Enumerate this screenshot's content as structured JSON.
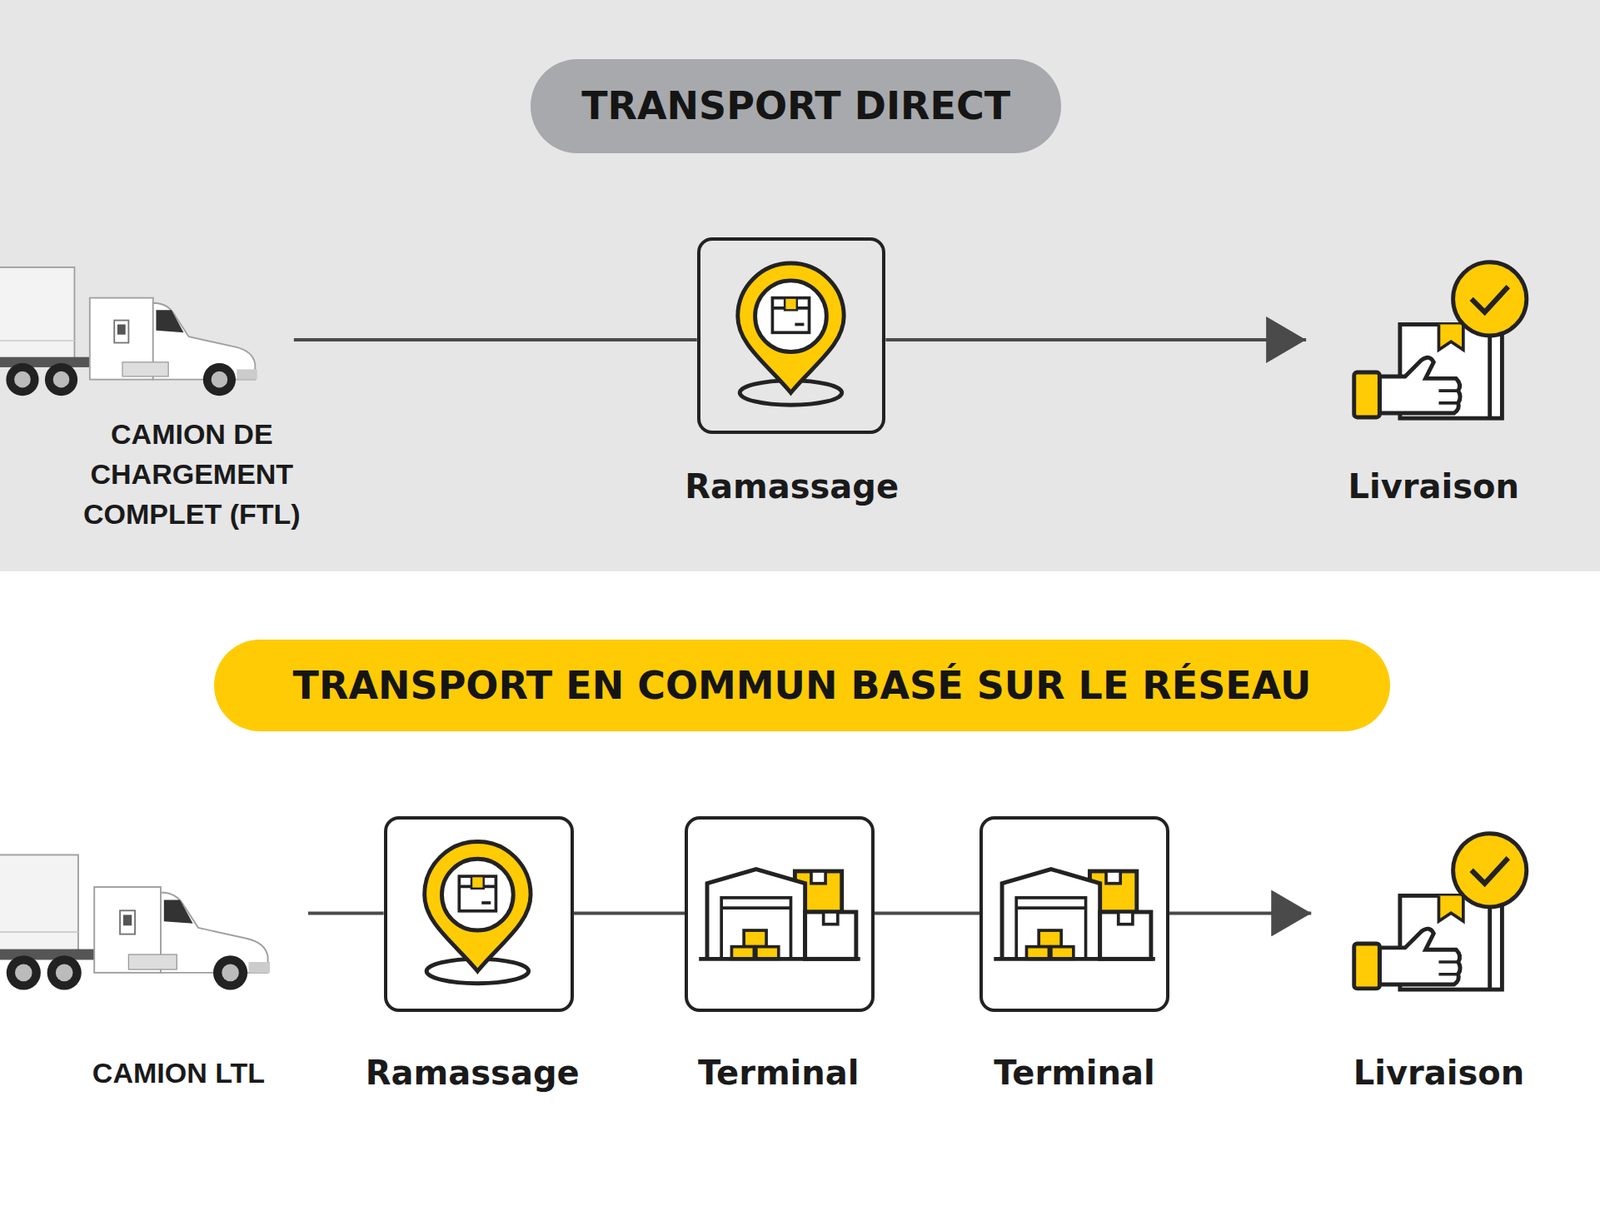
{
  "diagram": {
    "nodes": [
      {
        "text": [
          "TRANSPORT DIRECT"
        ]
      },
      {
        "text": [
          "CAMION DE CHARGEMENT COMPLET (FTL)"
        ]
      },
      {
        "text": [
          "Ramassage"
        ]
      },
      {
        "text": [
          "Livraison"
        ]
      },
      {
        "text": [
          "TRANSPORT EN COMMUN BASÉ SUR LE RÉSEAU"
        ]
      },
      {
        "text": [
          "CAMION LTL"
        ]
      },
      {
        "text": [
          "Ramassage"
        ]
      },
      {
        "text": [
          "Terminal"
        ]
      },
      {
        "text": [
          "Terminal"
        ]
      },
      {
        "text": [
          "Livraison"
        ]
      }
    ],
    "edges": [
      {
        "from": 1,
        "to": 2,
        "arrow": "none"
      },
      {
        "from": 2,
        "to": 3,
        "arrow": "to"
      },
      {
        "from": 5,
        "to": 6,
        "arrow": "none"
      },
      {
        "from": 6,
        "to": 7,
        "arrow": "none"
      },
      {
        "from": 7,
        "to": 8,
        "arrow": "none"
      },
      {
        "from": 8,
        "to": 9,
        "arrow": "to"
      }
    ]
  }
}
